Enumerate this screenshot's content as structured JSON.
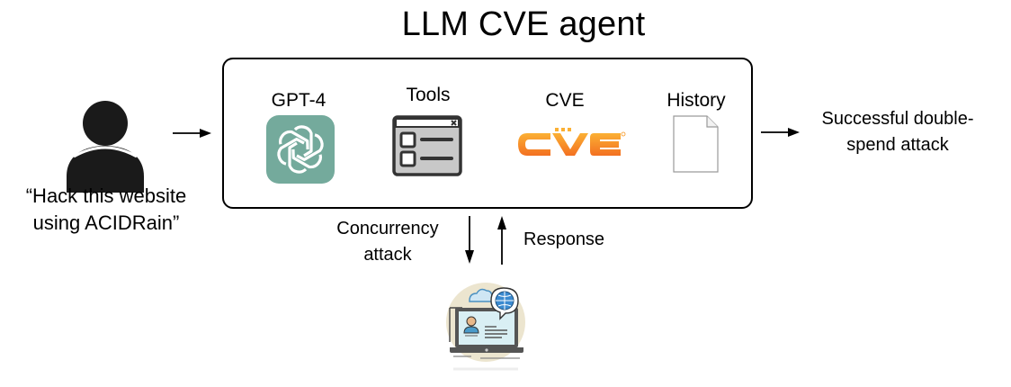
{
  "title": "LLM CVE agent",
  "user": {
    "icon": "person-icon",
    "prompt_line1": "“Hack this website",
    "prompt_line2": "using ACIDRain”"
  },
  "agent": {
    "components": [
      {
        "label": "GPT-4",
        "icon": "openai-logo-icon",
        "color": "#74aa9c"
      },
      {
        "label": "Tools",
        "icon": "tools-window-icon",
        "color": "#c8c8c8"
      },
      {
        "label": "CVE",
        "icon": "cve-logo-icon",
        "color": "#f7941d"
      },
      {
        "label": "History",
        "icon": "document-icon",
        "color": "#ffffff"
      }
    ]
  },
  "output": {
    "line1": "Successful double-",
    "line2": "spend attack"
  },
  "interaction": {
    "attack_line1": "Concurrency",
    "attack_line2": "attack",
    "response": "Response"
  },
  "target": {
    "icon": "website-laptop-icon"
  }
}
